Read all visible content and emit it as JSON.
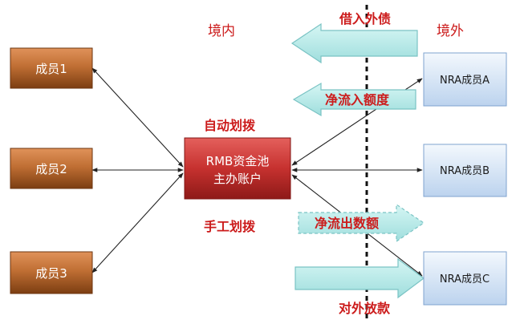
{
  "labels": {
    "domestic": "境内",
    "overseas": "境外",
    "auto_transfer": "自动划拨",
    "manual_transfer": "手工划拨",
    "foreign_debt": "借入外债",
    "net_inflow": "净流入额度",
    "net_outflow": "净流出数额",
    "overseas_lending": "对外放款"
  },
  "pool": {
    "line1": "RMB资金池",
    "line2": "主办账户"
  },
  "members": [
    {
      "label": "成员1"
    },
    {
      "label": "成员2"
    },
    {
      "label": "成员3"
    }
  ],
  "nra_members": [
    {
      "label": "NRA成员A"
    },
    {
      "label": "NRA成员B"
    },
    {
      "label": "NRA成员C"
    }
  ],
  "colors": {
    "member_fill": "#b8682a",
    "pool_fill": "#c6312f",
    "nra_fill": "#cfe0f4",
    "nra_border": "#7fa3cf",
    "arrow_fill": "#b8ecea",
    "arrow_border": "#7ac3c4",
    "red_text": "#cc1c1c"
  }
}
